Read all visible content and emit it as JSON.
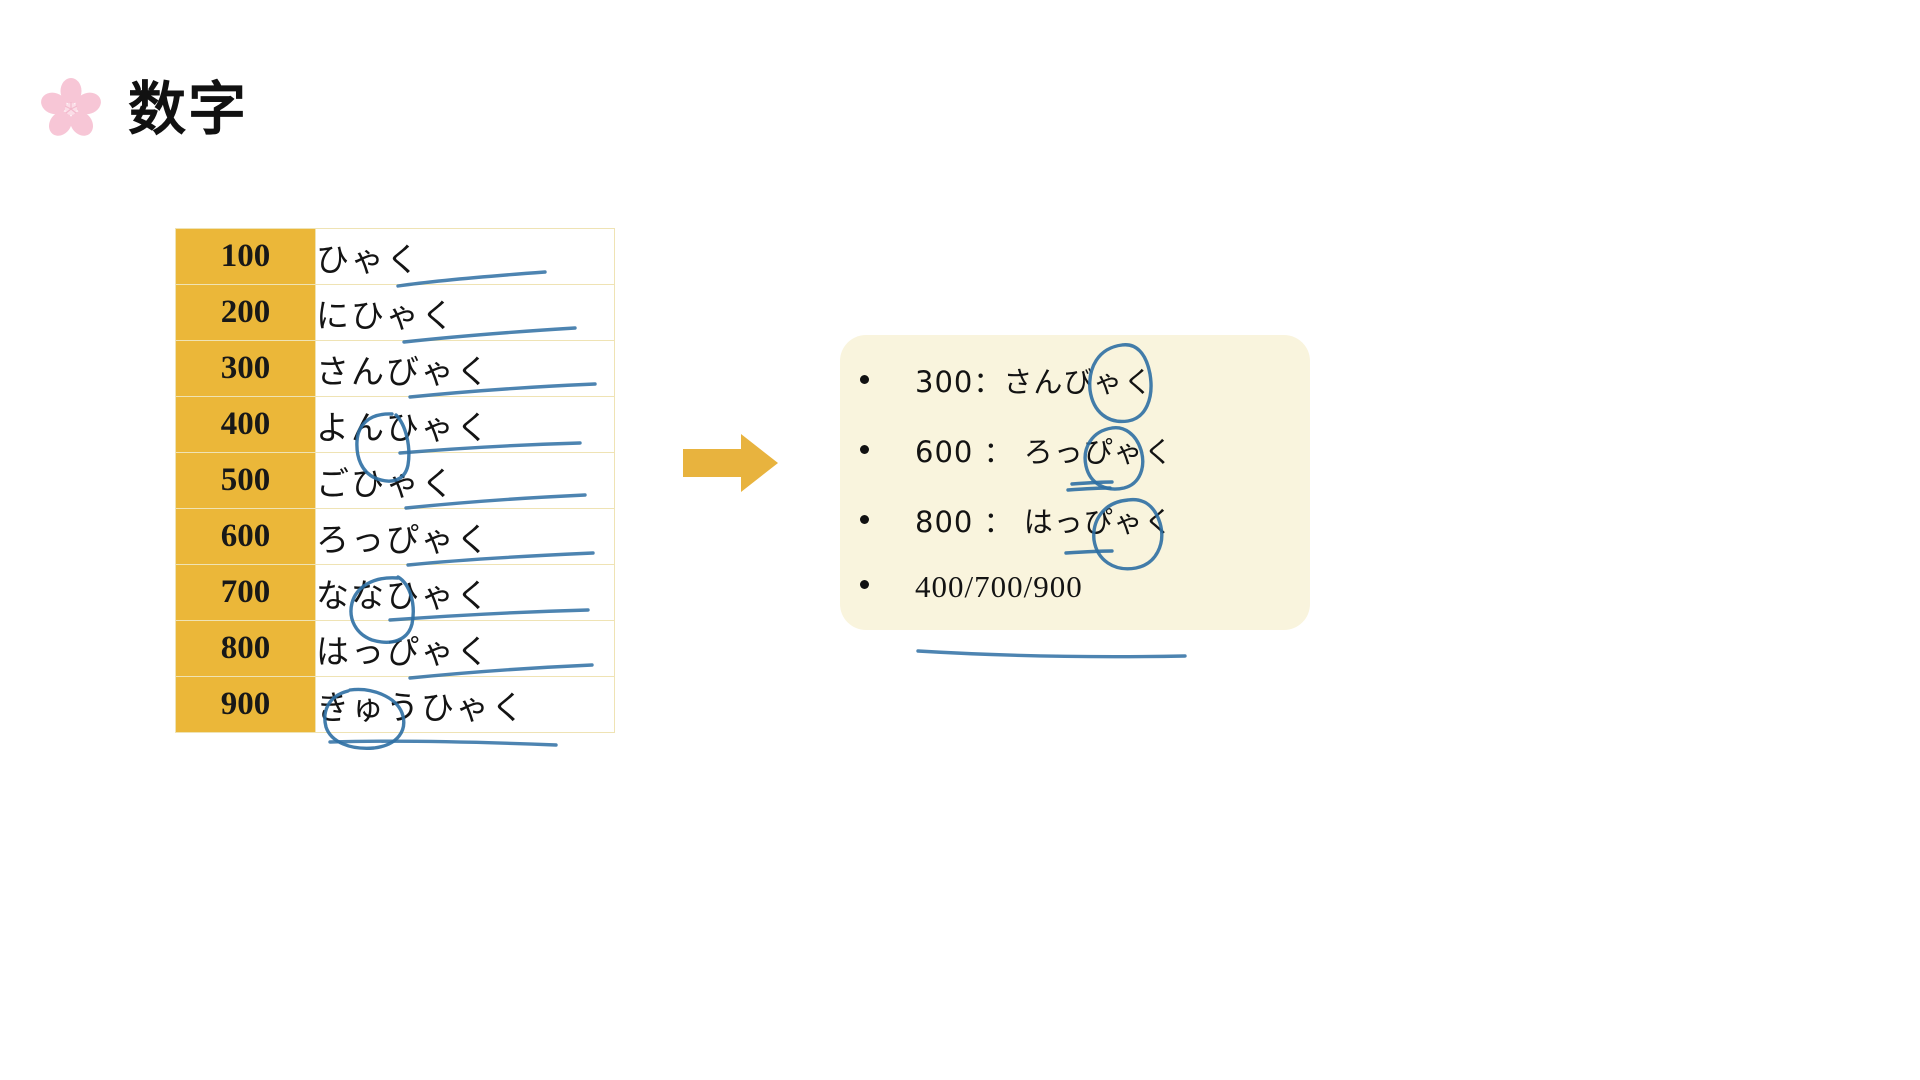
{
  "slide": {
    "title": "数字",
    "title_icon": "sakura-flower-icon",
    "background_color": "#ffffff"
  },
  "colors": {
    "table_header_amber": "#EBB739",
    "table_border": "#EFE3B4",
    "panel_cream": "#F9F4DD",
    "arrow_amber": "#E8B33E",
    "ink_blue": "#2E6FA3",
    "sakura_pink": "#F6C4D4",
    "text_black": "#141414"
  },
  "table": {
    "rows": [
      {
        "number": "100",
        "reading": "ひゃく"
      },
      {
        "number": "200",
        "reading": "にひゃく"
      },
      {
        "number": "300",
        "reading": "さんびゃく"
      },
      {
        "number": "400",
        "reading": "よんひゃく"
      },
      {
        "number": "500",
        "reading": "ごひゃく"
      },
      {
        "number": "600",
        "reading": "ろっぴゃく"
      },
      {
        "number": "700",
        "reading": "ななひゃく"
      },
      {
        "number": "800",
        "reading": "はっぴゃく"
      },
      {
        "number": "900",
        "reading": "きゅうひゃく"
      }
    ]
  },
  "arrow": {
    "direction": "right",
    "color": "#E8B33E"
  },
  "panel": {
    "items": [
      {
        "text": "300：さんびゃく",
        "script": "japanese"
      },
      {
        "text": "600 ： ろっぴゃく",
        "script": "japanese"
      },
      {
        "text": "800 ： はっぴゃく",
        "script": "japanese"
      },
      {
        "text": "400/700/900",
        "script": "latin"
      }
    ]
  },
  "annotations": {
    "ink_color": "#2E6FA3",
    "marks": [
      {
        "type": "underline",
        "target": "table-row-100-reading"
      },
      {
        "type": "underline",
        "target": "table-row-200-reading"
      },
      {
        "type": "underline",
        "target": "table-row-300-reading"
      },
      {
        "type": "circle",
        "target": "table-row-400-yon"
      },
      {
        "type": "underline",
        "target": "table-row-400-reading"
      },
      {
        "type": "underline",
        "target": "table-row-500-reading"
      },
      {
        "type": "underline",
        "target": "table-row-600-reading"
      },
      {
        "type": "circle",
        "target": "table-row-700-nana"
      },
      {
        "type": "underline",
        "target": "table-row-700-reading"
      },
      {
        "type": "underline",
        "target": "table-row-800-reading"
      },
      {
        "type": "circle",
        "target": "table-row-900-kyuu"
      },
      {
        "type": "underline",
        "target": "table-row-900-reading"
      },
      {
        "type": "circle",
        "target": "panel-item-300-bi"
      },
      {
        "type": "circle",
        "target": "panel-item-600-pi"
      },
      {
        "type": "underline",
        "target": "panel-item-600-small-tsu"
      },
      {
        "type": "circle",
        "target": "panel-item-800-pi"
      },
      {
        "type": "underline",
        "target": "panel-item-800-small-tsu"
      },
      {
        "type": "underline",
        "target": "panel-item-400-700-900"
      }
    ]
  }
}
